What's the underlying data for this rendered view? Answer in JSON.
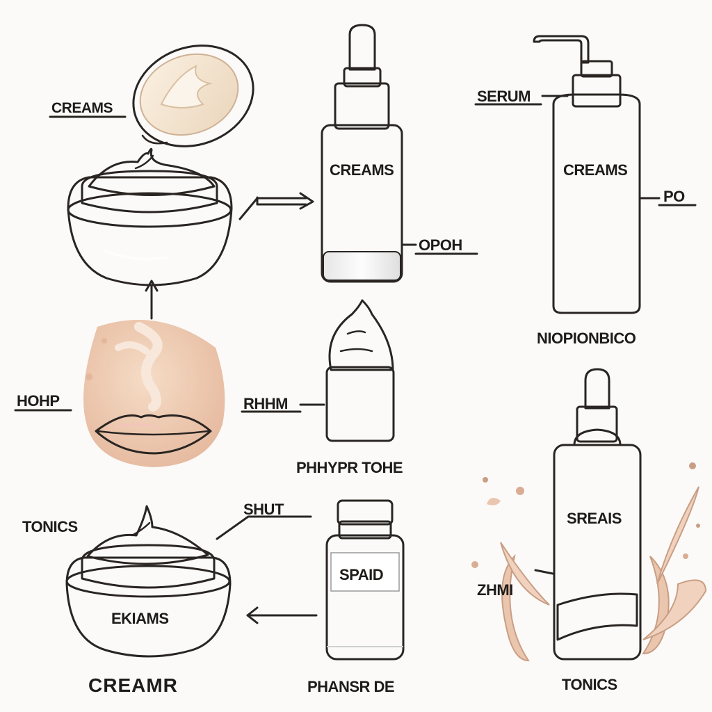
{
  "labels": {
    "creams_top": "CREAMS",
    "dropper_label": "CREAMS",
    "dropper_side": "OPOH",
    "serum": "SERUM",
    "pump_label": "CREAMS",
    "pump_side": "PO",
    "pump_caption": "NIOPIONBICO",
    "face_label": "HOHP",
    "stick_label": "RHHM",
    "stick_caption": "PHHYPR TOHE",
    "tonics_left": "TONICS",
    "jar_bottom_label": "EKIAMS",
    "jar_bottom_caption": "CREAMR",
    "vial_top": "SHUT",
    "vial_label": "SPAID",
    "vial_caption": "PHANSR DE",
    "splash_bottle_label": "SREAIS",
    "splash_side": "ZHMI",
    "tonics_bottom": "TONICS"
  },
  "colors": {
    "cream": "#f4e6d2",
    "cream_shade": "#e8d2b8",
    "jar_peach": "#efcfb8",
    "bottle_cream": "#f5e8d2",
    "bottle_peach": "#ecc3aa",
    "cap_brown": "#6b4330",
    "ink": "#2a2522"
  },
  "icons": {
    "open_cream_lid": "cream-lid-icon",
    "cream_jar_top": "cream-jar-icon",
    "dropper_bottle": "dropper-bottle-icon",
    "pump_bottle": "pump-bottle-icon",
    "face_lips": "face-lips-icon",
    "foundation_stick": "foundation-stick-icon",
    "cream_jar_bottom": "cream-jar-icon",
    "glass_vial": "glass-vial-icon",
    "splash_bottle": "splash-bottle-icon"
  }
}
